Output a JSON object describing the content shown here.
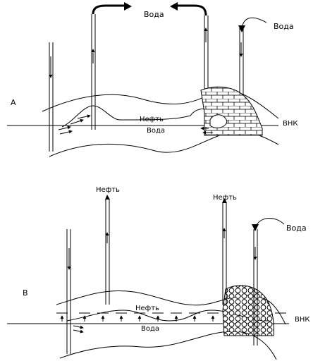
{
  "panel_a": {
    "letter": "А",
    "water_out_1": "Вода",
    "water_in": "Вода",
    "oil": "Нефть",
    "water": "Вода",
    "contact": "ВНК"
  },
  "panel_b": {
    "letter": "В",
    "oil_out_1": "Нефть",
    "oil_out_2": "Нефть",
    "water_in": "Вода",
    "oil": "Нефть",
    "water": "Вода",
    "contact": "ВНК"
  },
  "colors": {
    "ink": "#000000",
    "background": "#ffffff"
  }
}
